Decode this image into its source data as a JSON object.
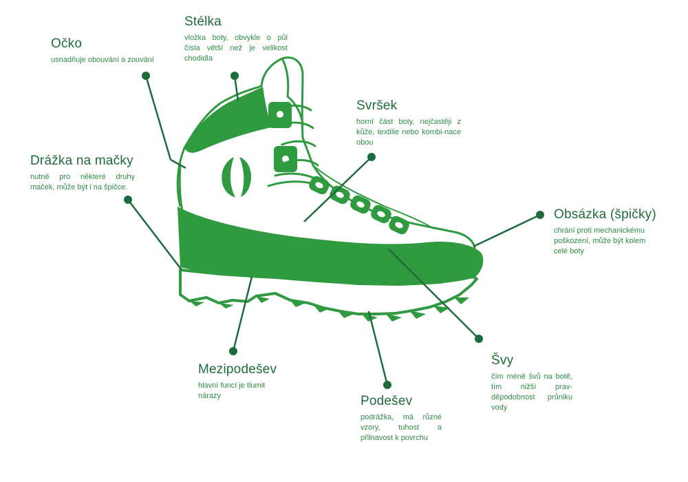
{
  "colors": {
    "shoe_green": "#2f9a3f",
    "shoe_outline": "#2f9a3f",
    "leader_line": "#1d6b3c",
    "title_text": "#1f6b3a",
    "desc_text": "#2e8b45",
    "background": "#ffffff"
  },
  "labels": {
    "ocko": {
      "title": "Očko",
      "desc": "usnadňuje obouvání a zouvání"
    },
    "stelka": {
      "title": "Stélka",
      "desc": "vložka boty, obvykle o půl čísla větší než je velikost chodidla"
    },
    "svrsek": {
      "title": "Svršek",
      "desc": "horní část boty, nejčastěji z kůže, textilie nebo kombi-nace obou"
    },
    "drazka": {
      "title": "Drážka na mačky",
      "desc": "nutné pro některé druhy maček, může být i na špičce."
    },
    "obsazka": {
      "title": "Obsázka (špičky)",
      "desc": "chrání proti mechanickému poškození, může být kolem celé boty"
    },
    "mezipodesev": {
      "title": "Mezipodešev",
      "desc": "hlavní funcí je tlumit nárazy"
    },
    "svy": {
      "title": "Švy",
      "desc": "čím méně švů na botě, tím nižší prav-děpodobnost průniku vody"
    },
    "podesev": {
      "title": "Podešev",
      "desc": "podrážka, má různé vzory, tuhost a přilnavost k povrchu"
    }
  }
}
